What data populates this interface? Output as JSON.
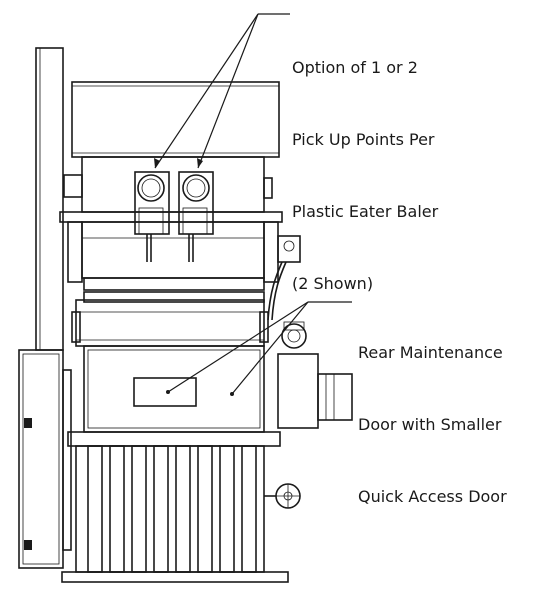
{
  "diagram": {
    "subject": "Plastic Eater Baler rear view line drawing",
    "callouts": [
      {
        "id": "pickup-points",
        "lines": [
          "Option of 1 or 2",
          "Pick Up Points Per",
          "Plastic Eater Baler",
          "(2 Shown)"
        ]
      },
      {
        "id": "rear-door",
        "lines": [
          "Rear Maintenance",
          "Door with Smaller",
          "Quick Access Door"
        ]
      }
    ],
    "colors": {
      "line": "#1a1a1a",
      "background": "#ffffff"
    }
  }
}
